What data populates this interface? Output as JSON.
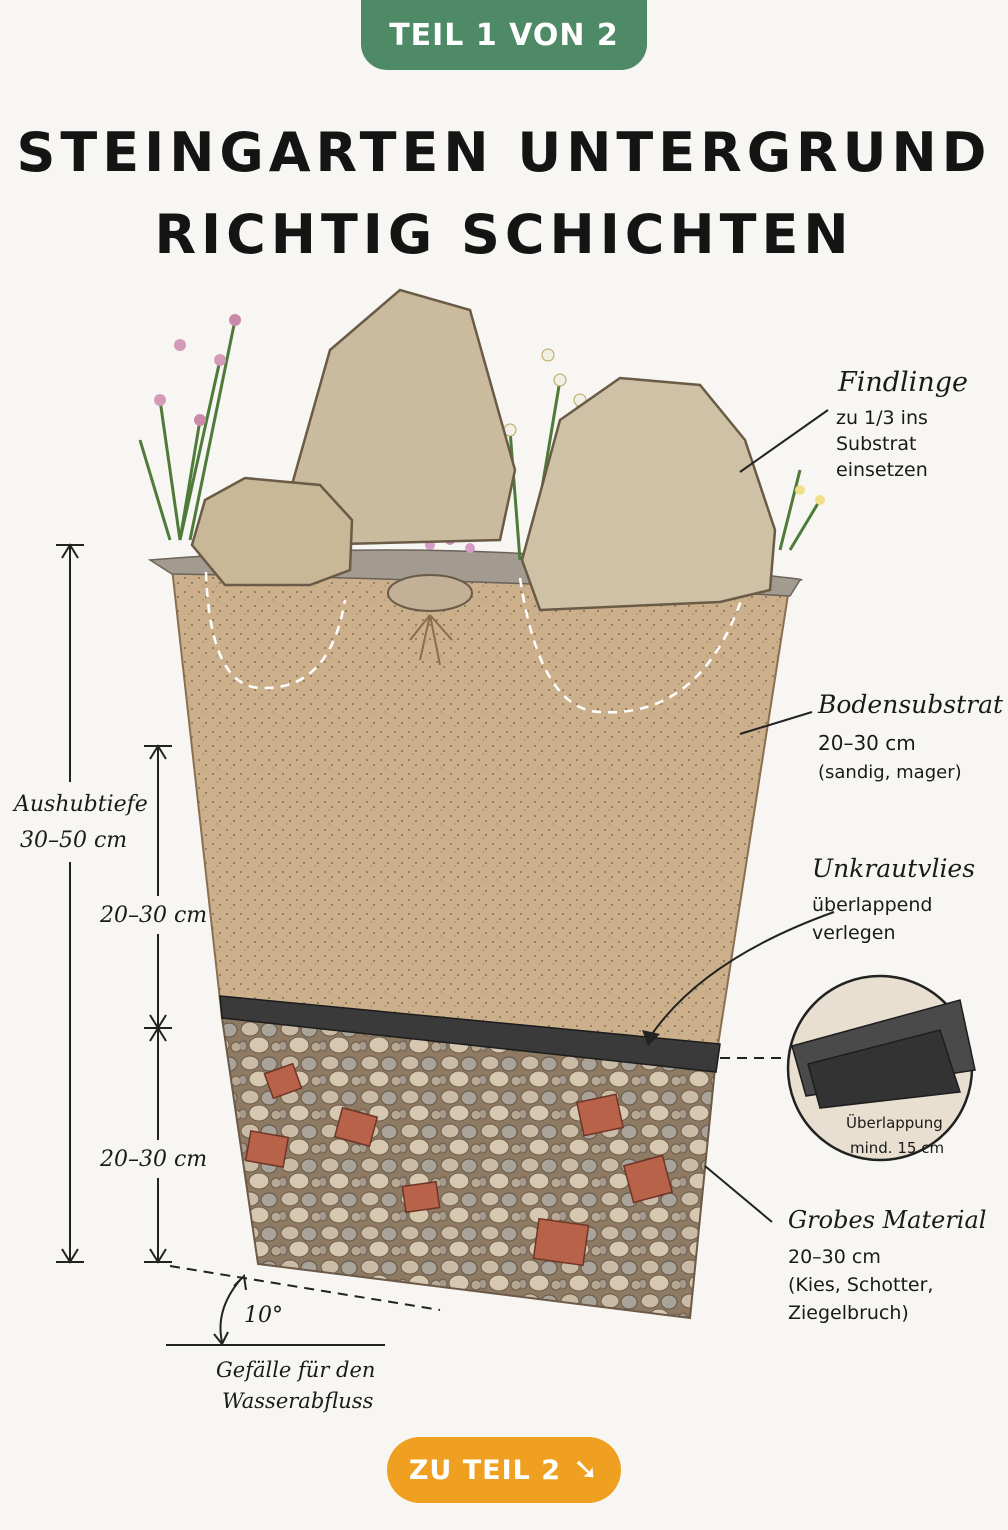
{
  "badge": "TEIL 1 VON 2",
  "title": {
    "line1": "STEINGARTEN UNTERGRUND",
    "line2": "RICHTIG SCHICHTEN"
  },
  "labels": {
    "findlinge": {
      "title": "Findlinge",
      "l1": "zu 1/3 ins",
      "l2": "Substrat",
      "l3": "einsetzen"
    },
    "bodensubstrat": {
      "title": "Bodensubstrat",
      "l1": "20–30 cm",
      "l2": "(sandig, mager)"
    },
    "unkrautvlies": {
      "title": "Unkrautvlies",
      "l1": "überlappend",
      "l2": "verlegen"
    },
    "ueberlappung": {
      "l1": "Überlappung",
      "l2": "mind. 15 cm"
    },
    "grobes": {
      "title": "Grobes Material",
      "l1": "20–30 cm",
      "l2": "(Kies, Schotter,",
      "l3": "Ziegelbruch)"
    }
  },
  "dimensions": {
    "aushub": {
      "l1": "Aushubtiefe",
      "l2": "30–50 cm"
    },
    "upper": "20–30 cm",
    "lower": "20–30 cm",
    "angle": "10°",
    "gefaelle": {
      "l1": "Gefälle für den",
      "l2": "Wasserabfluss"
    }
  },
  "cta": {
    "label": "ZU TEIL 2",
    "icon": "arrow-down-right-icon"
  },
  "colors": {
    "badge": "#4f8a67",
    "cta": "#f0a020",
    "substrate": "#c9a982",
    "fleece": "#3a3a3a",
    "gravel": "#b7a48c"
  }
}
